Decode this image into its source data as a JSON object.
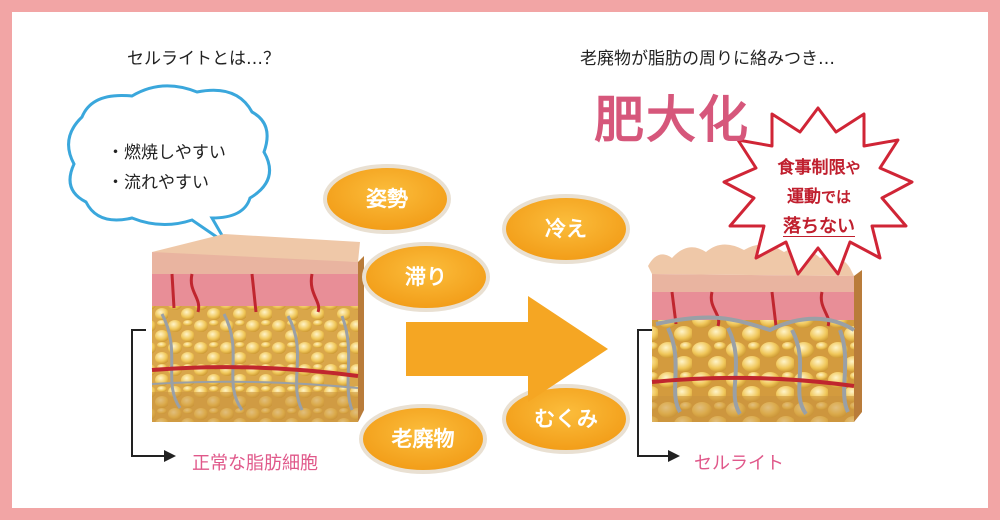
{
  "left": {
    "heading": "セルライトとは…？",
    "bubble_lines": [
      "・燃焼しやすい",
      "・流れやすい"
    ],
    "caption": "正常な脂肪細胞"
  },
  "right": {
    "heading": "老廃物が脂肪の周りに絡みつき…",
    "title": "肥大化",
    "burst": {
      "line1": "食事制限",
      "line1_suffix": "や",
      "line2": "運動",
      "line2_suffix": "では",
      "line3": "落ちない"
    },
    "caption": "セルライト"
  },
  "causes": [
    "姿勢",
    "冷え",
    "滞り",
    "老廃物",
    "むくみ"
  ],
  "colors": {
    "frame": "#f2a5a5",
    "pill": "#f5a623",
    "arrow": "#f5a623",
    "title": "#d6577b",
    "burst_text": "#c01f2e",
    "bubble_border": "#3aa7dc",
    "caption": "#e0588a"
  }
}
